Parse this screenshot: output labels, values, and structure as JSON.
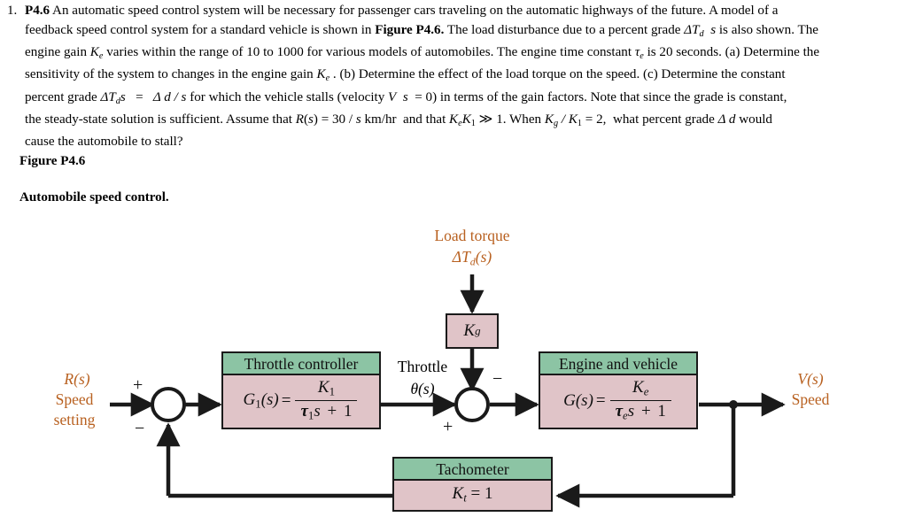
{
  "problem": {
    "number": "1.",
    "tag": "P4.6",
    "lines": [
      "An automatic speed control system will be necessary for passenger cars traveling on the automatic highways of the future. A model of a",
      "feedback speed control system for a standard vehicle is shown in Figure P4.6. The load disturbance due to a percent grade ΔT_d s is also shown. The",
      "engine gain K_e varies within the range of 10 to 1000 for various models of automobiles. The engine time constant τ_e is 20 seconds. (a) Determine the",
      "sensitivity of the system to changes in the engine gain K_e . (b) Determine the effect of the load torque on the speed. (c) Determine the constant",
      "percent grade ΔT_d s  =  Δ d / s for which the vehicle stalls (velocity V s  = 0) in terms of the gain factors. Note that since the grade is constant,",
      "the steady-state solution is sufficient. Assume that R(s) = 30 / s km/hr and that K_e K_1 ≫ 1. When K_g / K_1 = 2, what percent grade Δ d would",
      "cause the automobile to stall?"
    ]
  },
  "figure": {
    "title": "Figure P4.6",
    "caption": "Automobile speed control."
  },
  "diagram": {
    "load_torque_label": "Load torque",
    "load_torque_symbol": "ΔTᵈ(s)",
    "input_symbol": "R(s)",
    "input_label_line1": "Speed",
    "input_label_line2": "setting",
    "output_symbol": "V(s)",
    "output_label": "Speed",
    "throttle_label": "Throttle",
    "throttle_symbol": "θ(s)",
    "summer1_plus": "+",
    "summer1_minus": "−",
    "summer2_plus": "+",
    "summer2_minus": "−",
    "blocks": {
      "kg": {
        "body": "Kᵍ"
      },
      "controller": {
        "header": "Throttle controller",
        "lhs": "G₁(s) =",
        "numerator": "K₁",
        "denominator": "τ₁s + 1"
      },
      "plant": {
        "header": "Engine and vehicle",
        "lhs": "G(s) =",
        "numerator": "Kₑ",
        "denominator": "τₑs + 1"
      },
      "tachometer": {
        "header": "Tachometer",
        "body": "Kₜ = 1"
      }
    },
    "colors": {
      "header_green": "#8cc4a4",
      "body_pink": "#e0c4c8",
      "line_black": "#1a1a1a",
      "label_orange": "#b8601f"
    }
  }
}
